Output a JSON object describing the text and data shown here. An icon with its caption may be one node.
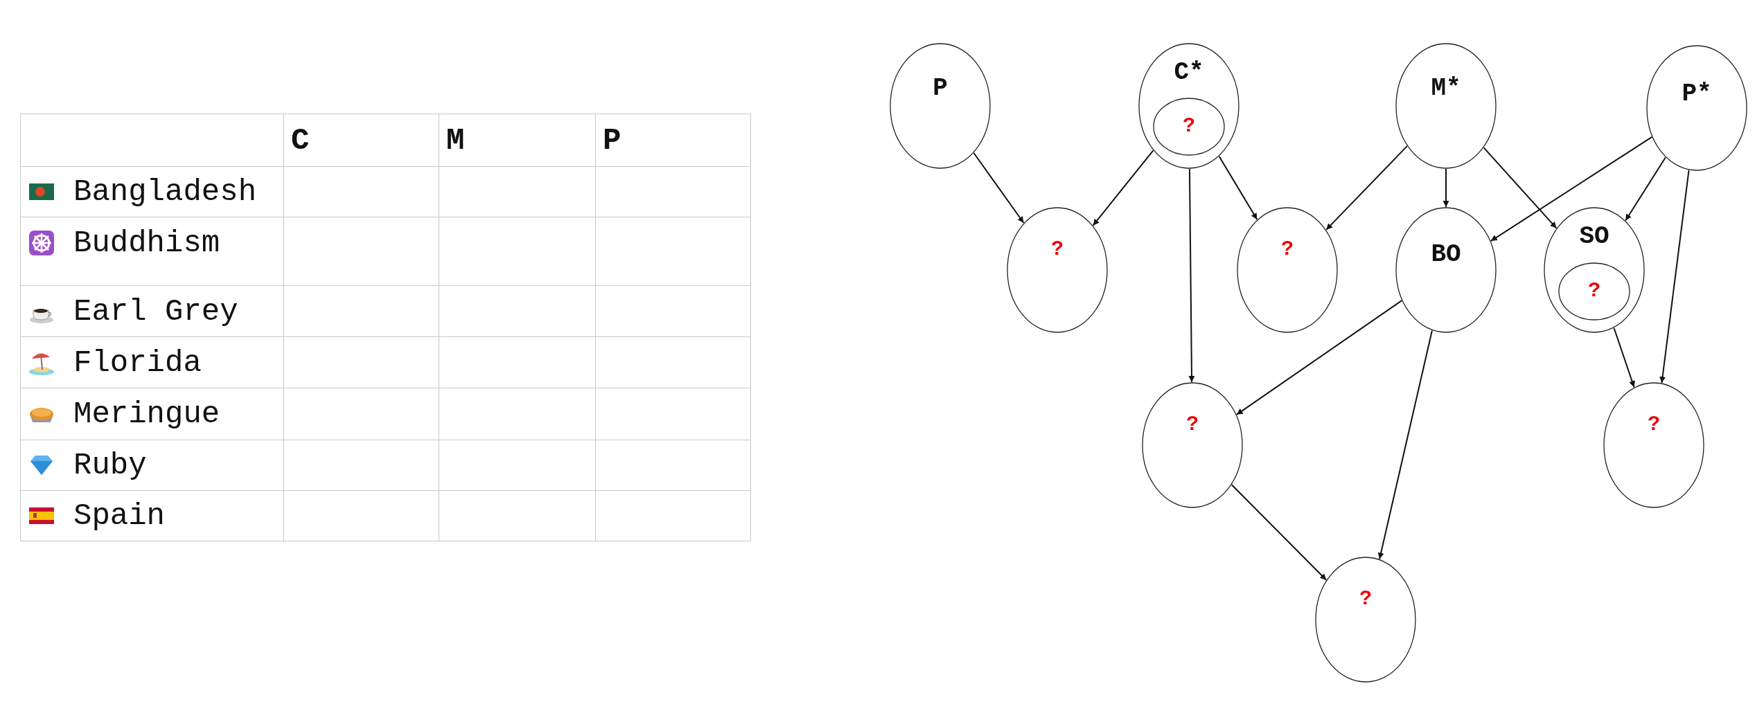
{
  "diagram": {
    "nodes": [
      {
        "text": [
          "P"
        ]
      },
      {
        "text": [
          "C*"
        ]
      },
      {
        "text": [
          "?"
        ],
        "in": 1
      },
      {
        "text": [
          "M*"
        ]
      },
      {
        "text": [
          "P*"
        ]
      },
      {
        "text": [
          "?"
        ]
      },
      {
        "text": [
          "?"
        ]
      },
      {
        "text": [
          "BO"
        ]
      },
      {
        "text": [
          "SO"
        ]
      },
      {
        "text": [
          "?"
        ],
        "in": 8
      },
      {
        "text": [
          "?"
        ]
      },
      {
        "text": [
          "?"
        ]
      },
      {
        "text": [
          "?"
        ]
      }
    ],
    "edges": [
      {
        "from": 0,
        "to": 5,
        "arrow": "to"
      },
      {
        "from": 1,
        "to": 5,
        "arrow": "to"
      },
      {
        "from": 1,
        "to": 10,
        "arrow": "to"
      },
      {
        "from": 1,
        "to": 6,
        "arrow": "to"
      },
      {
        "from": 3,
        "to": 6,
        "arrow": "to"
      },
      {
        "from": 3,
        "to": 7,
        "arrow": "to"
      },
      {
        "from": 3,
        "to": 8,
        "arrow": "to"
      },
      {
        "from": 4,
        "to": 7,
        "arrow": "to"
      },
      {
        "from": 4,
        "to": 8,
        "arrow": "to"
      },
      {
        "from": 4,
        "to": 11,
        "arrow": "to"
      },
      {
        "from": 8,
        "to": 11,
        "arrow": "to"
      },
      {
        "from": 7,
        "to": 10,
        "arrow": "to"
      },
      {
        "from": 7,
        "to": 12,
        "arrow": "to"
      },
      {
        "from": 10,
        "to": 12,
        "arrow": "to"
      }
    ],
    "labels": [
      "C",
      "M",
      "P",
      "Bangladesh",
      "Buddhism",
      "Earl Grey",
      "Florida",
      "Meringue",
      "Ruby",
      "Spain"
    ]
  }
}
